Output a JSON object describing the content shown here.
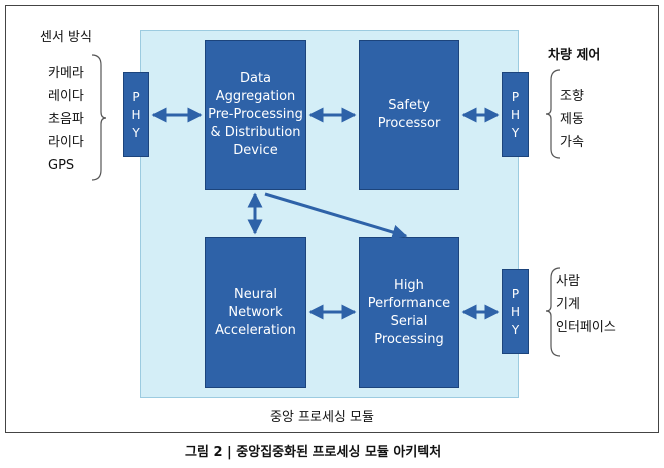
{
  "sensors": {
    "title": "센서 방식",
    "items": "카메라\n레이다\n초음파\n라이다\nGPS"
  },
  "vehicle_control": {
    "title": "차량 제어",
    "items": "조향\n제동\n가속"
  },
  "interface_group": {
    "items": "사람\n기계\n인터페이스"
  },
  "phy": {
    "left": "P\nH\nY",
    "right_top": "P\nH\nY",
    "right_bottom": "P\nH\nY"
  },
  "blocks": {
    "data_aggregation": "Data\nAggregation\nPre-Processing\n& Distribution\nDevice",
    "safety_processor": "Safety\nProcessor",
    "neural_network": "Neural\nNetwork\nAcceleration",
    "high_performance": "High\nPerformance\nSerial\nProcessing"
  },
  "central_module_label": "중앙 프로세싱 모듈",
  "caption": "그림 2 | 중앙집중화된 프로세싱 모듈 아키텍처",
  "colors": {
    "block": "#2e62a8",
    "central_bg": "#d4eef7",
    "arrow": "#2e62a8"
  }
}
